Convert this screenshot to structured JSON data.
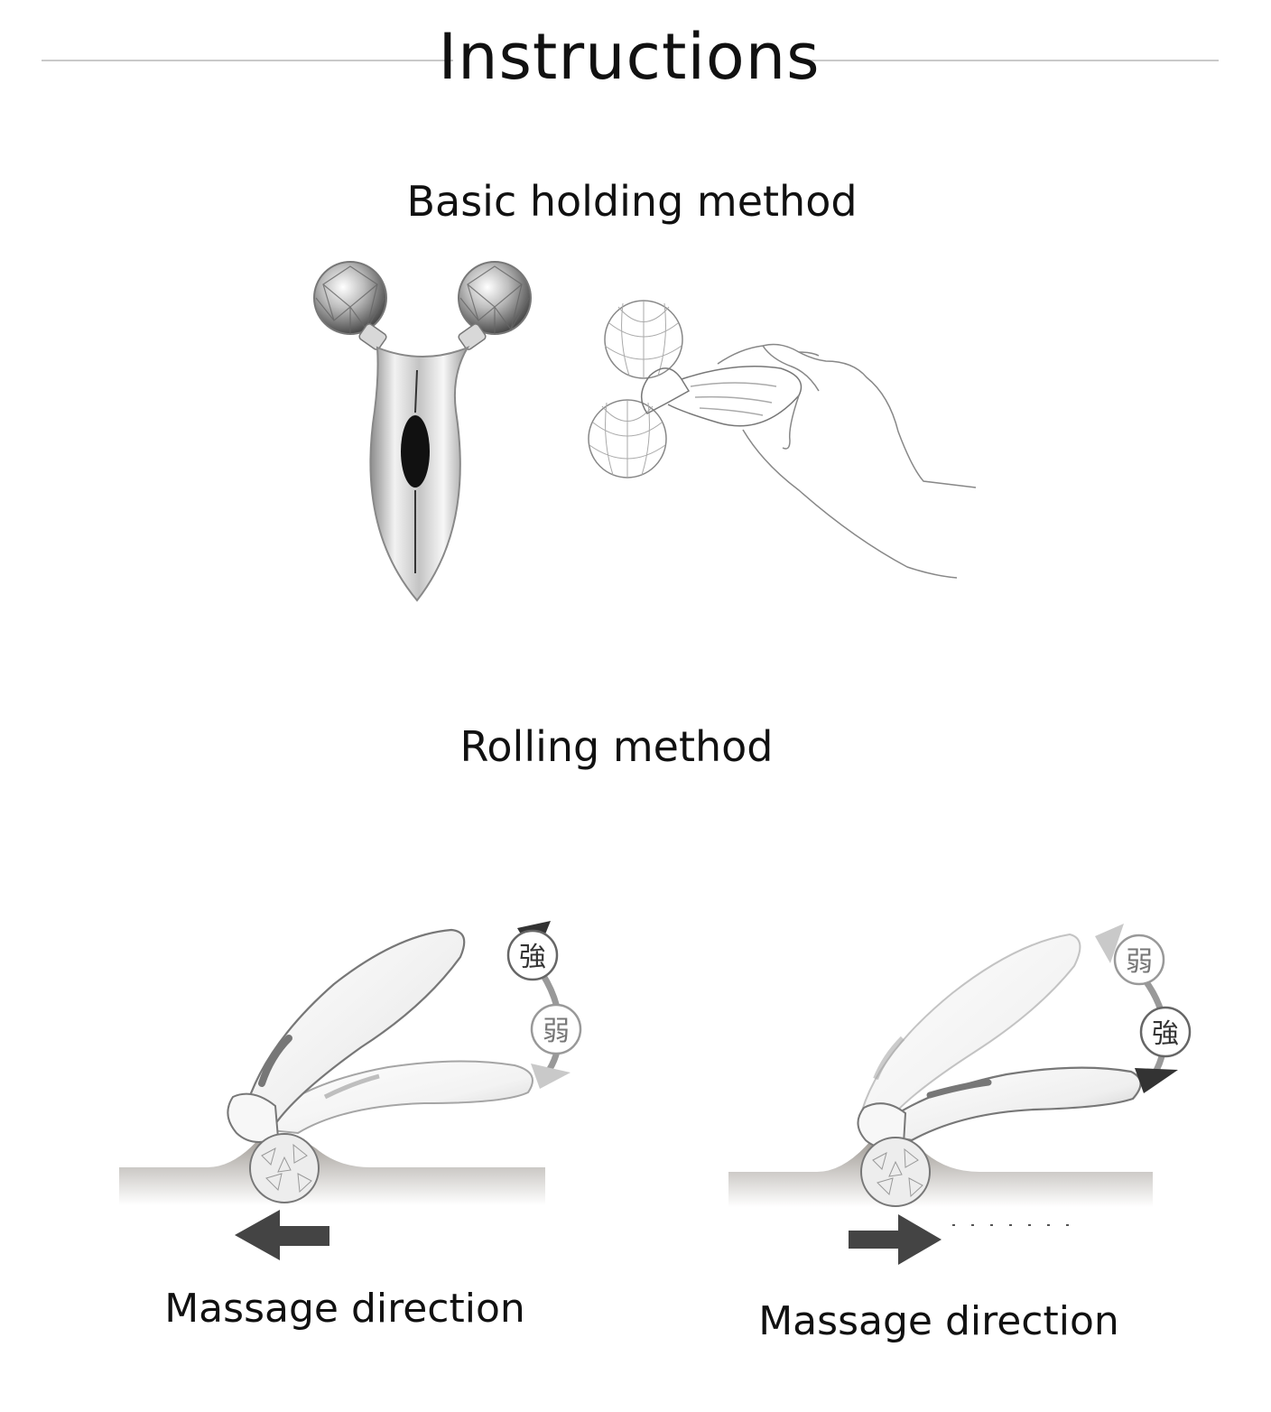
{
  "header": {
    "title": "Instructions"
  },
  "holding": {
    "title": "Basic holding method"
  },
  "rolling": {
    "title": "Rolling method",
    "left": {
      "caption": "Massage direction",
      "label_top": "強",
      "label_bottom": "弱"
    },
    "right": {
      "caption": "Massage direction",
      "label_top": "弱",
      "label_bottom": "強"
    }
  },
  "colors": {
    "line": "#c9c9c9",
    "arrow": "#444444",
    "skin": "#bdb8b2"
  }
}
